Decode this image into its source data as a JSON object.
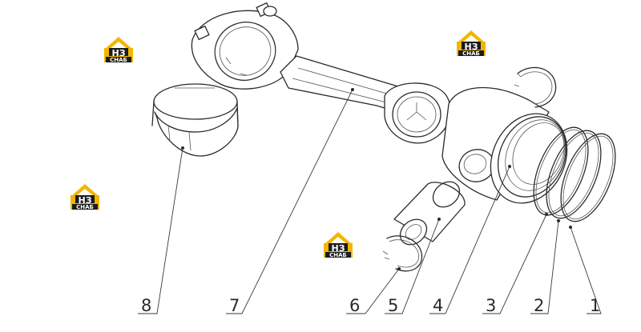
{
  "callouts": [
    {
      "id": "8",
      "label": "8"
    },
    {
      "id": "7",
      "label": "7"
    },
    {
      "id": "6",
      "label": "6"
    },
    {
      "id": "5",
      "label": "5"
    },
    {
      "id": "4",
      "label": "4"
    },
    {
      "id": "3",
      "label": "3"
    },
    {
      "id": "2",
      "label": "2"
    },
    {
      "id": "1",
      "label": "1"
    }
  ],
  "watermark": {
    "main": "НЗ",
    "sub": "СНАБ"
  },
  "colors": {
    "line": "#2a2a2a",
    "logo_yellow": "#f2b600",
    "logo_black": "#1b1b1b"
  }
}
